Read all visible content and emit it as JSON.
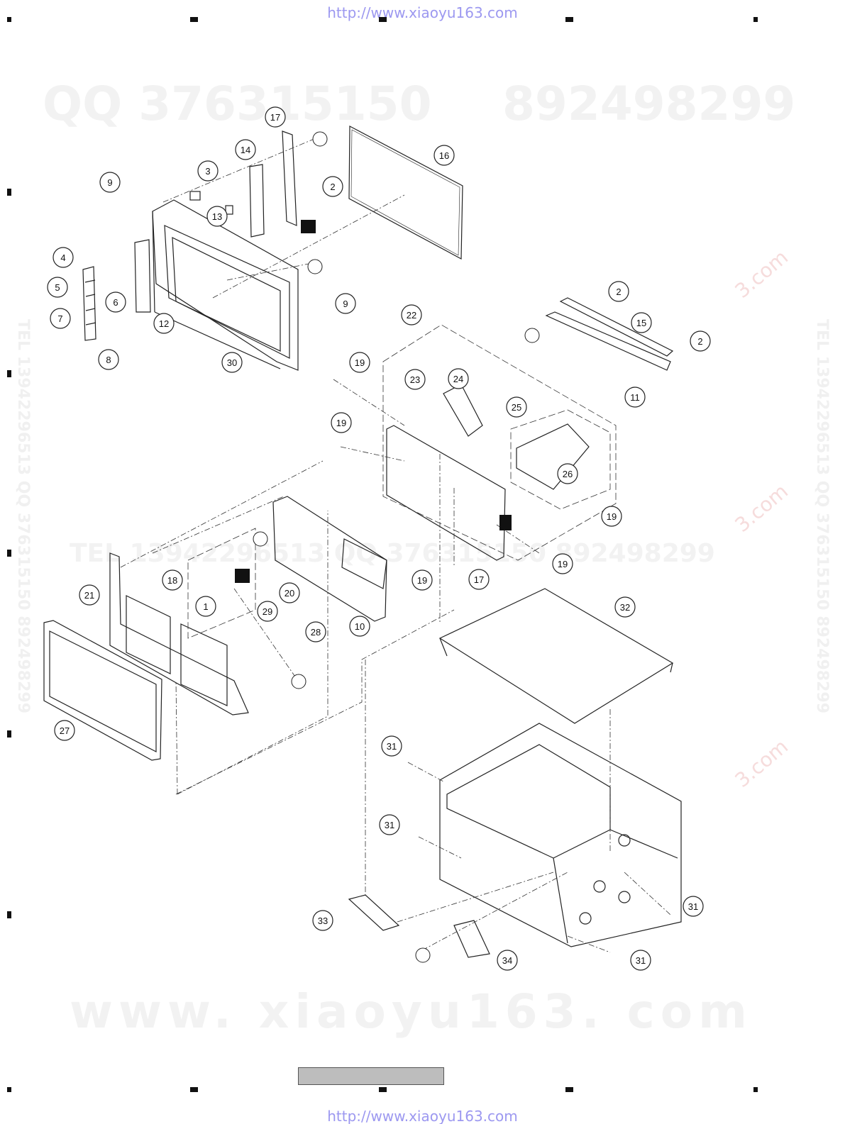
{
  "header": {
    "url": "http://www.xiaoyu163.com"
  },
  "footer": {
    "url": "http://www.xiaoyu163.com"
  },
  "watermarks": {
    "qq": "QQ 376315150",
    "qq2": "892498299",
    "tel": "TEL 13942296513  QQ 376315150  892498299",
    "www": "www. xiaoyu163. com",
    "vertical": "TEL 13942296513  QQ 376315150  892498299",
    "red": "3.com"
  },
  "colors": {
    "line": "#222222",
    "watermark": "#f2f2f2",
    "url": "#9c98f0",
    "footer_bar": "#bdbdbd"
  },
  "callouts": [
    "17",
    "14",
    "3",
    "9",
    "2",
    "13",
    "16",
    "4",
    "5",
    "6",
    "7",
    "8",
    "12",
    "9",
    "30",
    "2",
    "15",
    "2",
    "11",
    "22",
    "23",
    "24",
    "19",
    "25",
    "19",
    "26",
    "19",
    "19",
    "17",
    "18",
    "1",
    "20",
    "29",
    "28",
    "21",
    "10",
    "19",
    "32",
    "27",
    "31",
    "31",
    "31",
    "31",
    "33",
    "34"
  ]
}
